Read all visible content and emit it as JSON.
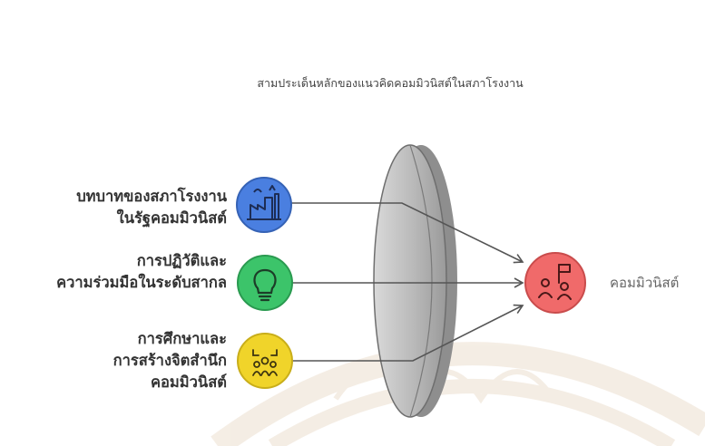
{
  "title": "สามประเด็นหลักของแนวคิดคอมมิวนิสต์ในสภาโรงงาน",
  "inputs": [
    {
      "line1": "บทบาทของสภาโรงงาน",
      "line2": "ในรัฐคอมมิวนิสต์",
      "line3": "",
      "icon": "factory-icon",
      "color": "#4a7fe0"
    },
    {
      "line1": "การปฏิวัติและ",
      "line2": "ความร่วมมือในระดับสากล",
      "line3": "",
      "icon": "lightbulb-icon",
      "color": "#3cc46a"
    },
    {
      "line1": "การศึกษาและ",
      "line2": "การสร้างจิตสำนึก",
      "line3": "คอมมิวนิสต์",
      "icon": "education-icon",
      "color": "#f0d42a"
    }
  ],
  "output": {
    "label": "คอมมิวนิสต์",
    "icon": "people-flag-icon",
    "color": "#f06a6a"
  },
  "lens": {
    "icon": "lens-icon"
  }
}
